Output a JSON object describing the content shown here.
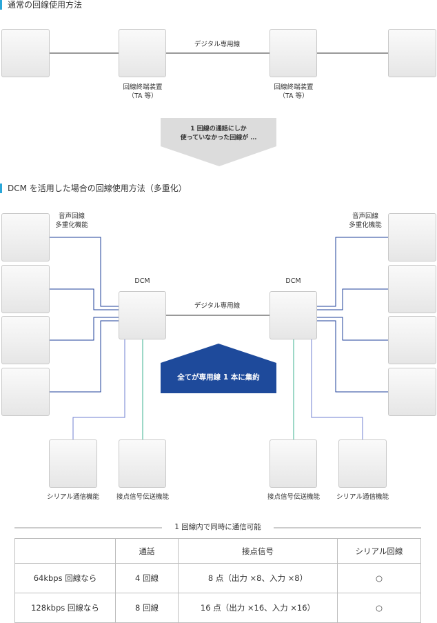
{
  "section1": {
    "title": "通常の回線使用方法",
    "line_label": "デジタル専用線",
    "device_left": [
      "回線終端装置",
      "（TA 等）"
    ],
    "device_right": [
      "回線終端装置",
      "（TA 等）"
    ],
    "arrow_text": [
      "1 回線の通話にしか",
      "使っていなかった回線が …"
    ]
  },
  "section2": {
    "title": "DCM を活用した場合の回線使用方法（多重化）",
    "voice_left": [
      "音声回線",
      "多重化機能"
    ],
    "voice_right": [
      "音声回線",
      "多重化機能"
    ],
    "dcm_left": "DCM",
    "dcm_right": "DCM",
    "line_label": "デジタル専用線",
    "banner": "全てが専用線 1 本に集約",
    "serial_left": "シリアル通信機能",
    "contact_left": "接点信号伝送機能",
    "contact_right": "接点信号伝送機能",
    "serial_right": "シリアル通信機能"
  },
  "table": {
    "caption": "1 回線内で同時に通信可能",
    "headers": [
      "",
      "通話",
      "接点信号",
      "シリアル回線"
    ],
    "rows": [
      [
        "64kbps 回線なら",
        "4 回線",
        "8 点（出力 ×8、入力 ×8）",
        "○"
      ],
      [
        "128kbps 回線なら",
        "8 回線",
        "16 点（出力 ×16、入力 ×16）",
        "○"
      ]
    ]
  },
  "colors": {
    "accent": "#2aa7d9",
    "banner": "#1e4a9b",
    "arrow": "#dcdcdc",
    "voice_line": "#1e3f99",
    "contact_line": "#3bb08f",
    "serial_line": "#6f7fd0"
  }
}
